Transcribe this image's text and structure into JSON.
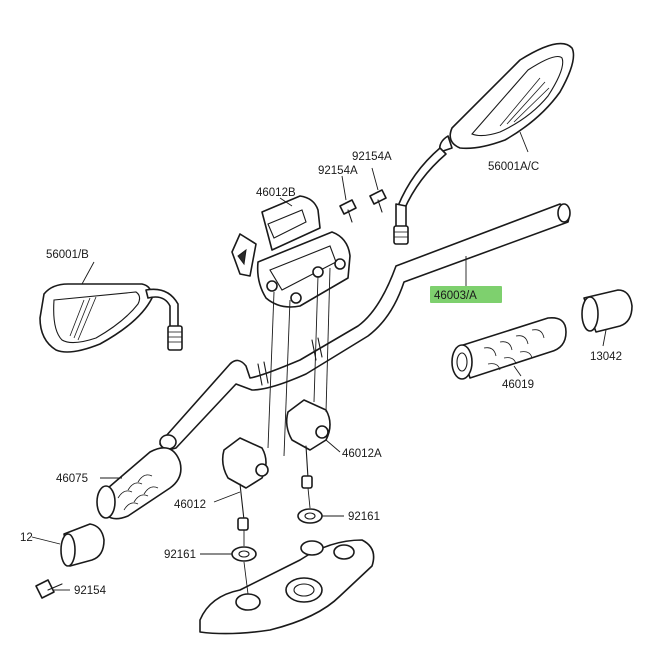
{
  "diagram": {
    "accent_color": "#7ed06e",
    "highlighted_part": "46003/A",
    "labels": {
      "mirror_right": "56001A/C",
      "mirror_left": "56001/B",
      "bolt_a1": "92154A",
      "bolt_a2": "92154A",
      "holder_upper": "46012B",
      "handlebar": "46003/A",
      "grip_right": "46019",
      "weight_right": "13042",
      "grip_left": "46075",
      "holder_lower_a": "46012A",
      "holder_lower": "46012",
      "washer_right": "92161",
      "washer_left": "92161",
      "weight_left": "12",
      "bolt_bottom": "92154"
    }
  }
}
